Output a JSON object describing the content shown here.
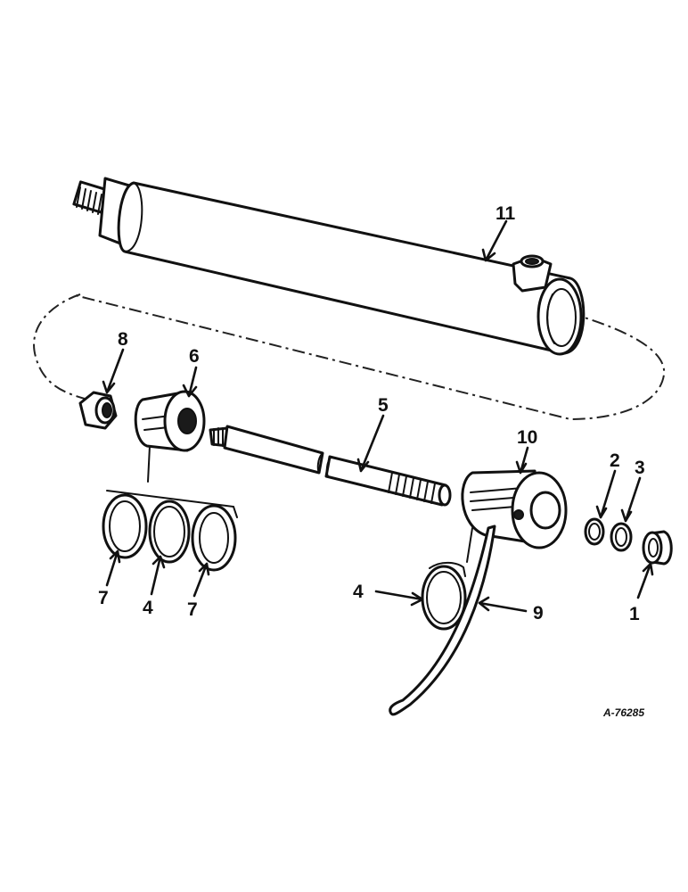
{
  "callouts": {
    "c1": "1",
    "c2": "2",
    "c3": "3",
    "c4a": "4",
    "c4b": "4",
    "c5": "5",
    "c6": "6",
    "c7a": "7",
    "c7b": "7",
    "c8": "8",
    "c9": "9",
    "c10": "10",
    "c11": "11"
  },
  "reference_code": "A-76285",
  "colors": {
    "ink": "#111111",
    "paper": "#ffffff"
  }
}
